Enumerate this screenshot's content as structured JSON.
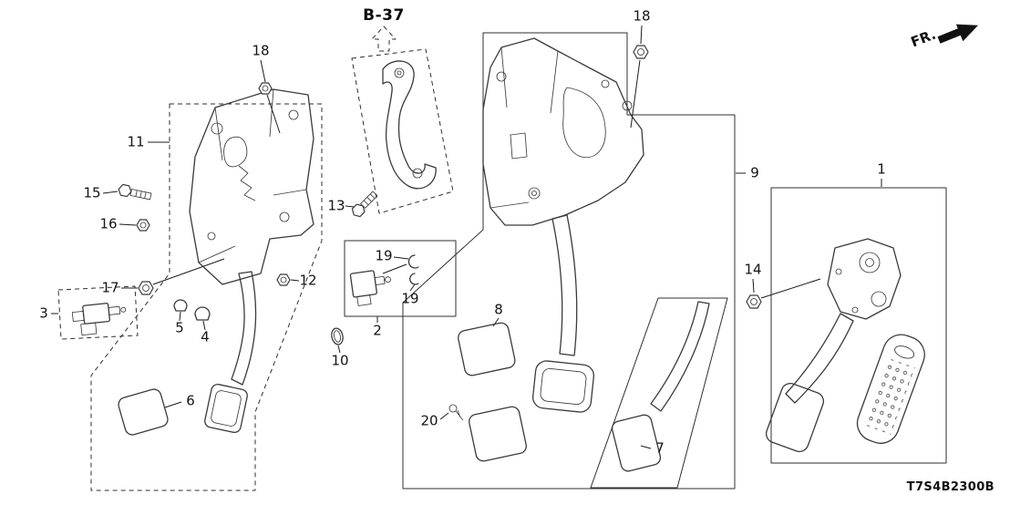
{
  "page": {
    "background": "#ffffff",
    "ink": "#3a3a3a"
  },
  "diagram": {
    "ref_label": "B-37",
    "fr_label": "FR.",
    "code": "T7S4B2300B",
    "icons": {
      "fr_arrow": "➜ solid black direction arrow",
      "b37_arrow": "⇧ dashed reference arrow"
    },
    "callouts": [
      {
        "label": "18"
      },
      {
        "label": "11"
      },
      {
        "label": "15"
      },
      {
        "label": "16"
      },
      {
        "label": "17"
      },
      {
        "label": "3"
      },
      {
        "label": "5"
      },
      {
        "label": "4"
      },
      {
        "label": "6"
      },
      {
        "label": "12"
      },
      {
        "label": "10"
      },
      {
        "label": "13"
      },
      {
        "label": "2"
      },
      {
        "label": "19"
      },
      {
        "label": "19"
      },
      {
        "label": "8"
      },
      {
        "label": "9"
      },
      {
        "label": "18"
      },
      {
        "label": "7"
      },
      {
        "label": "20"
      },
      {
        "label": "14"
      },
      {
        "label": "1"
      }
    ]
  }
}
